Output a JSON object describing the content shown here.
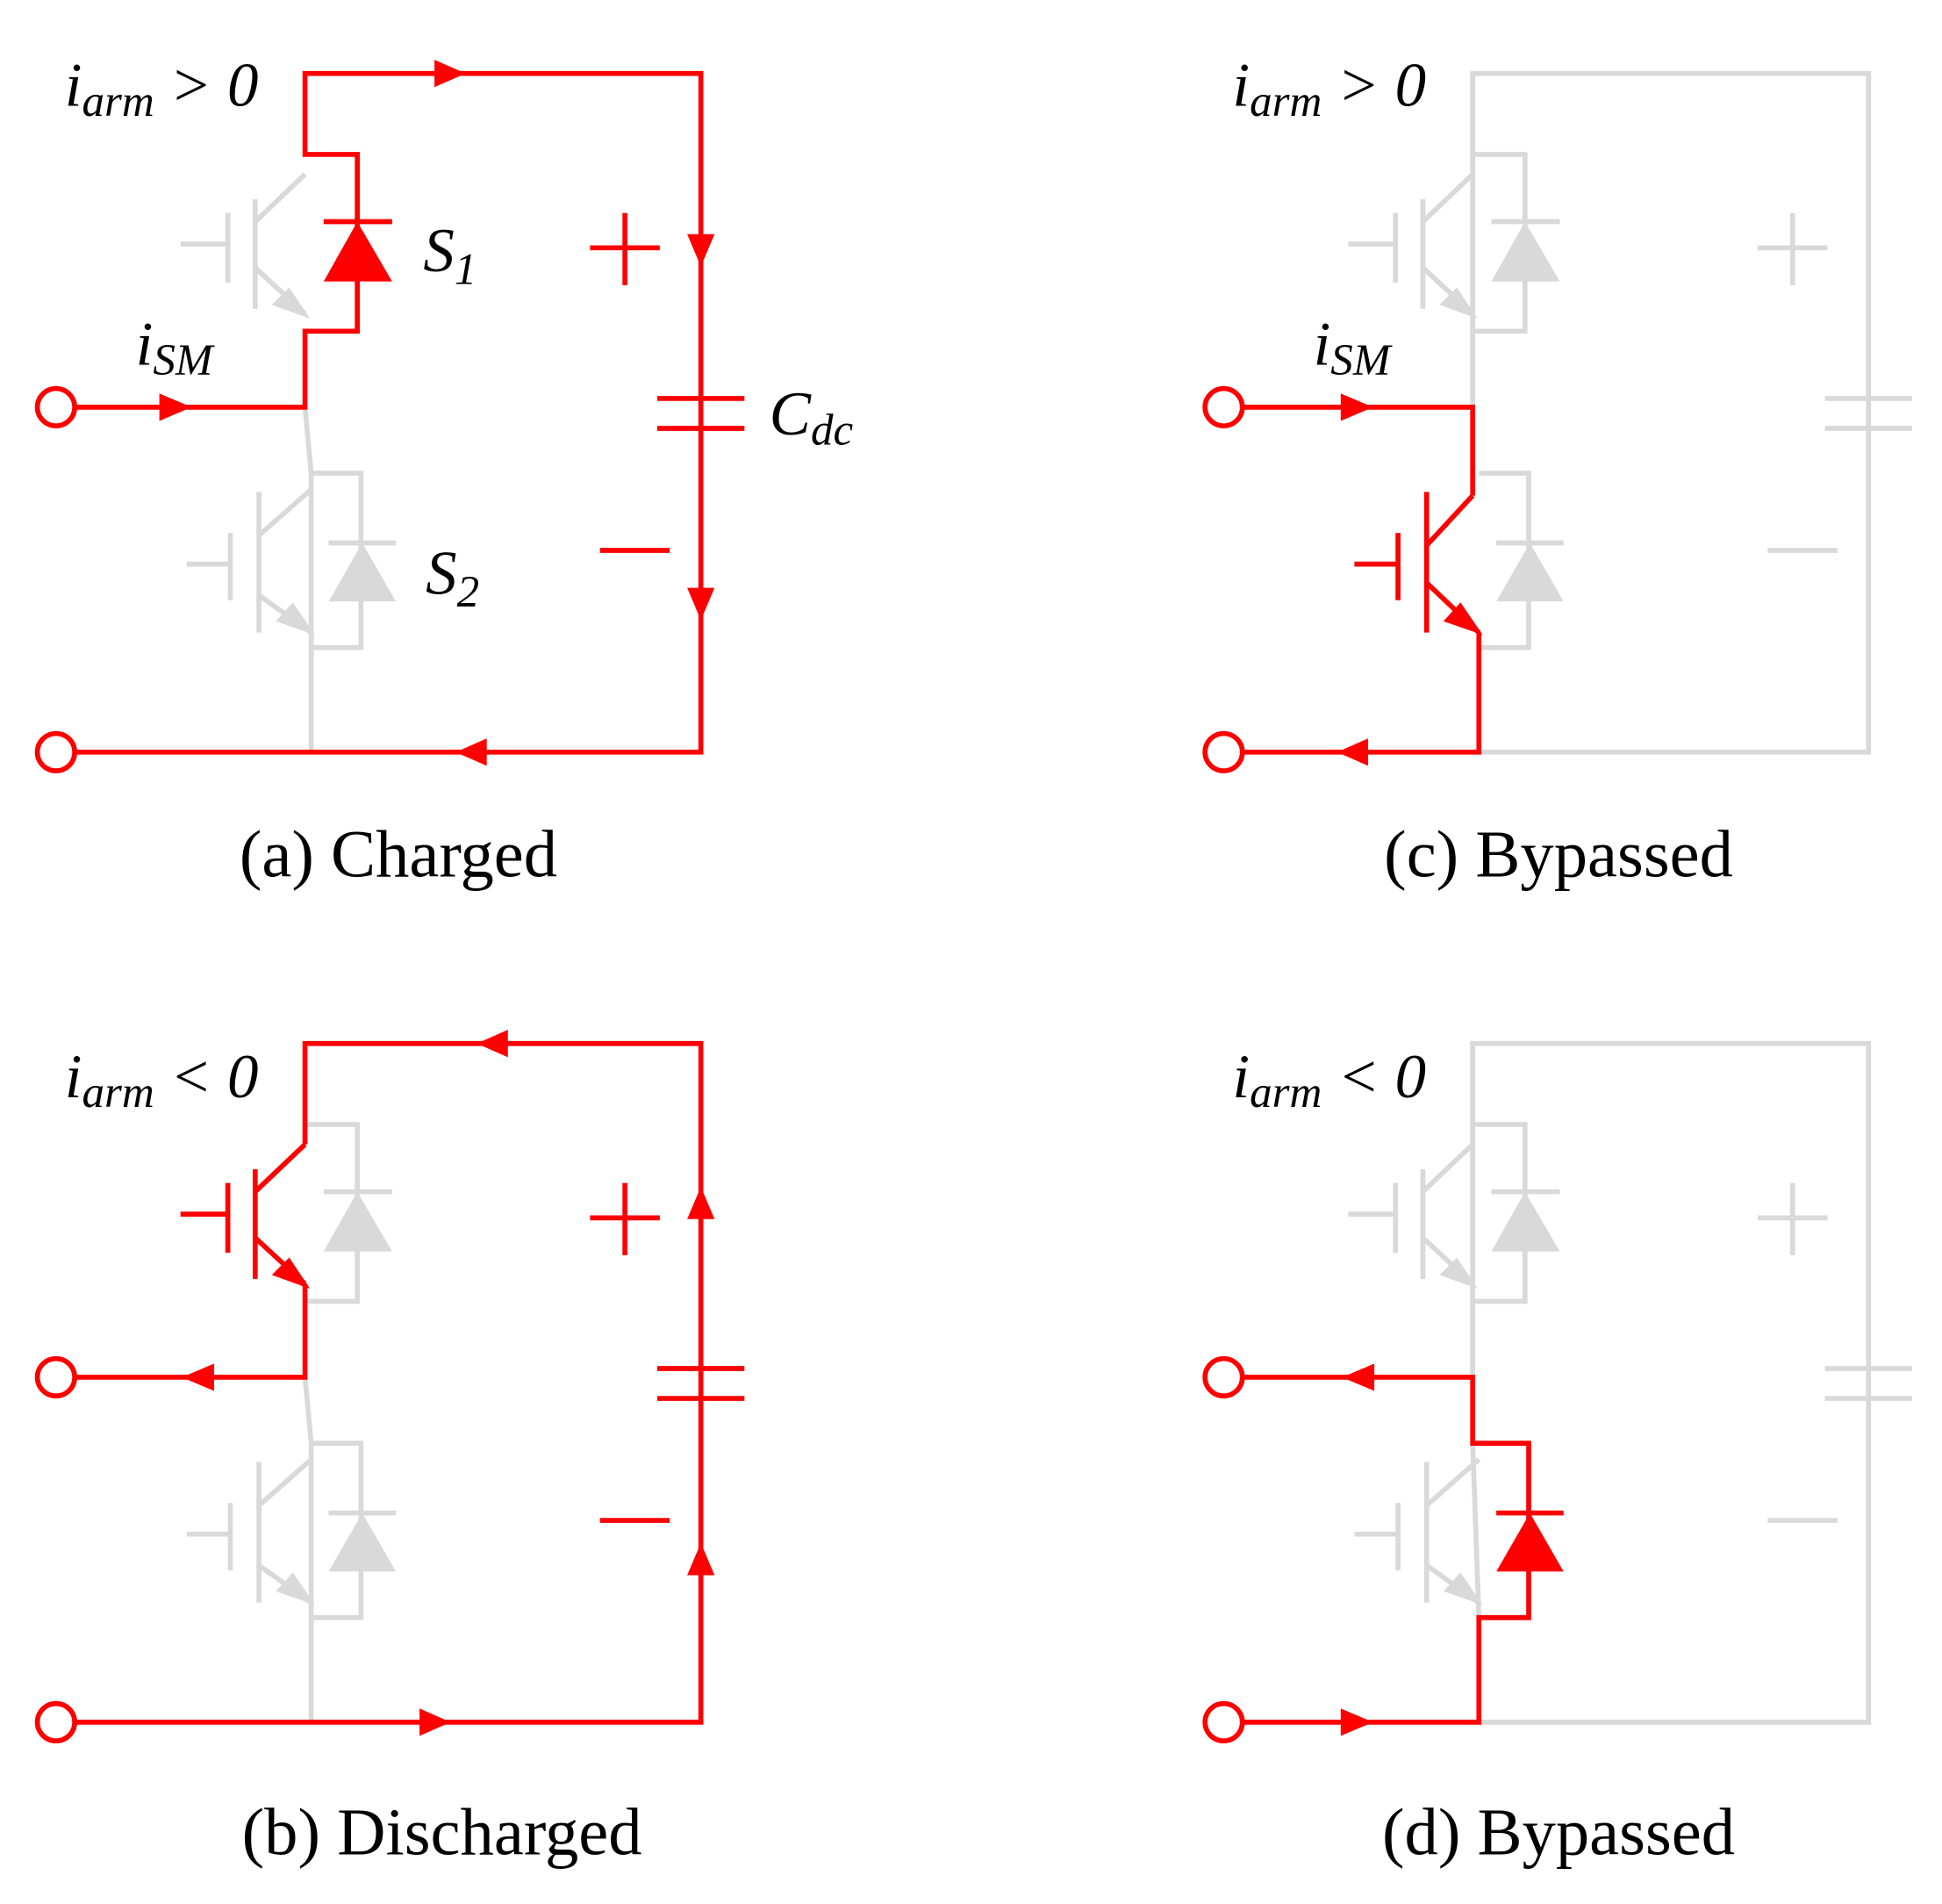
{
  "colors": {
    "active": "#ff0000",
    "inactive": "#d9d9d9",
    "text": "#000000"
  },
  "panels": {
    "a": {
      "condition": {
        "var": "i",
        "sub": "arm",
        "rel": " > 0"
      },
      "ism": {
        "var": "i",
        "sub": "SM"
      },
      "caption": "(a) Charged",
      "s1": {
        "var": "S",
        "sub": "1"
      },
      "s2": {
        "var": "S",
        "sub": "2"
      },
      "cdc": {
        "var": "C",
        "sub": "dc"
      }
    },
    "b": {
      "condition": {
        "var": "i",
        "sub": "arm",
        "rel": " < 0"
      },
      "caption": "(b) Discharged"
    },
    "c": {
      "condition": {
        "var": "i",
        "sub": "arm",
        "rel": " > 0"
      },
      "ism": {
        "var": "i",
        "sub": "SM"
      },
      "caption": "(c) Bypassed"
    },
    "d": {
      "condition": {
        "var": "i",
        "sub": "arm",
        "rel": " < 0"
      },
      "caption": "(d) Bypassed"
    }
  }
}
